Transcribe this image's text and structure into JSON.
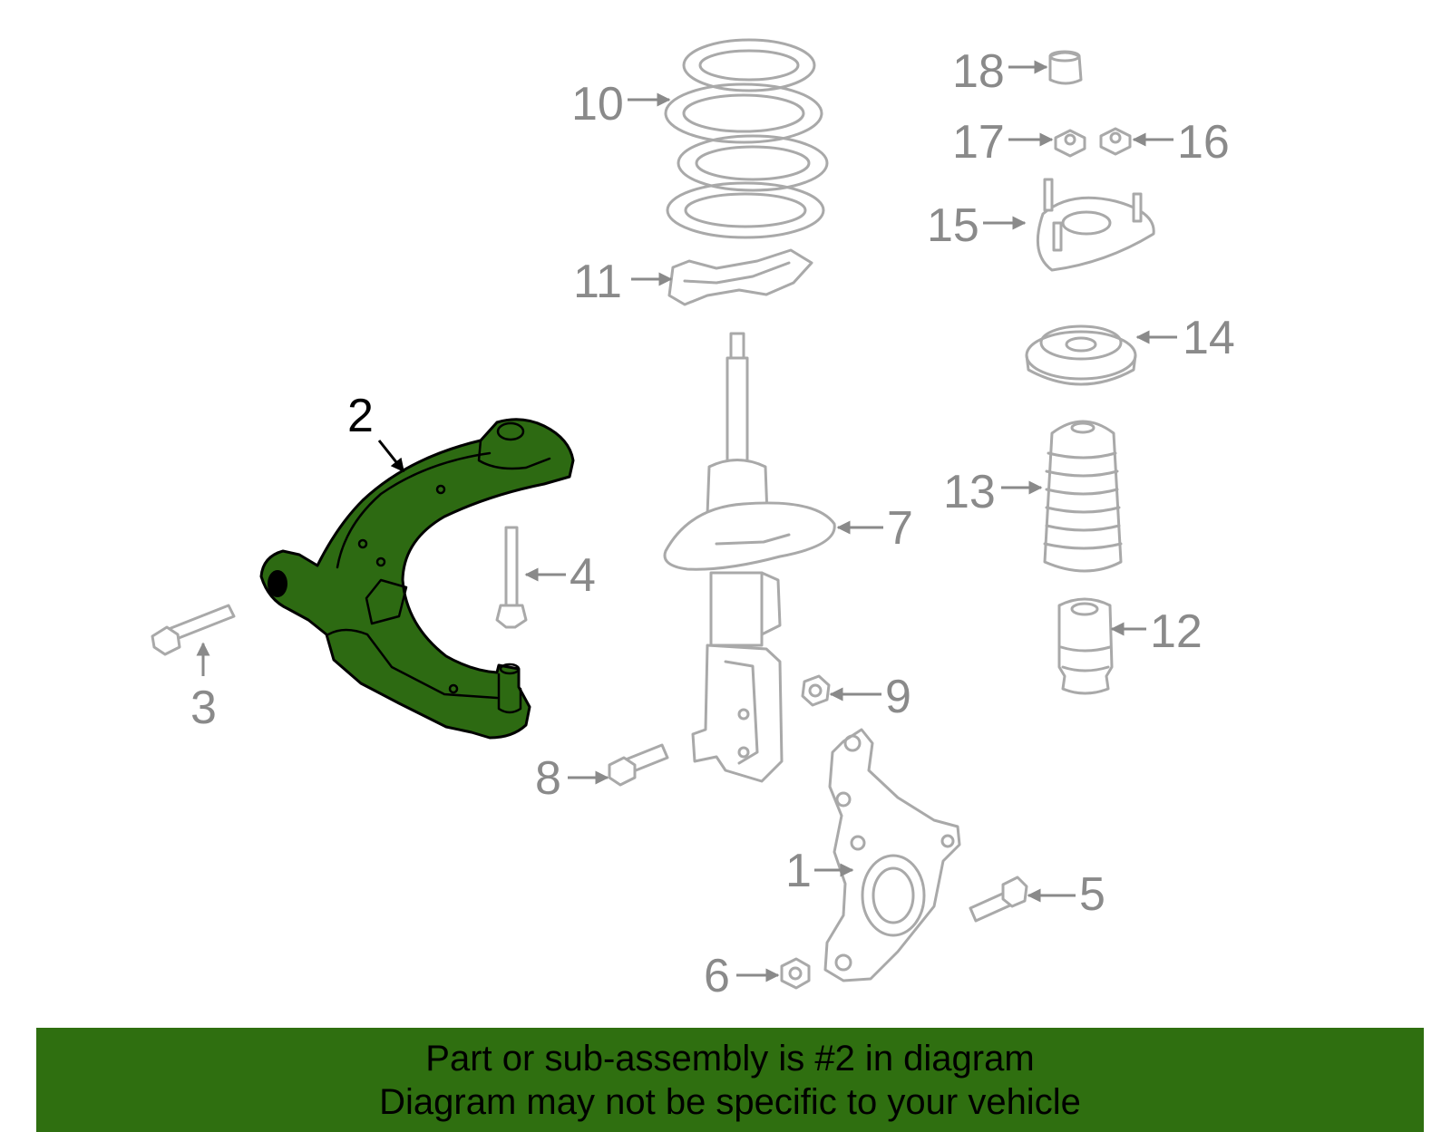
{
  "callouts": {
    "c1": "1",
    "c2": "2",
    "c3": "3",
    "c4": "4",
    "c5": "5",
    "c6": "6",
    "c7": "7",
    "c8": "8",
    "c9": "9",
    "c10": "10",
    "c11": "11",
    "c12": "12",
    "c13": "13",
    "c14": "14",
    "c15": "15",
    "c16": "16",
    "c17": "17",
    "c18": "18"
  },
  "highlight": {
    "part": "2",
    "color": "#2d6a12"
  },
  "banner": {
    "line1": "Part or sub-assembly is #2 in diagram",
    "line2": "Diagram may not be specific to your vehicle",
    "color": "#2f6f10"
  }
}
